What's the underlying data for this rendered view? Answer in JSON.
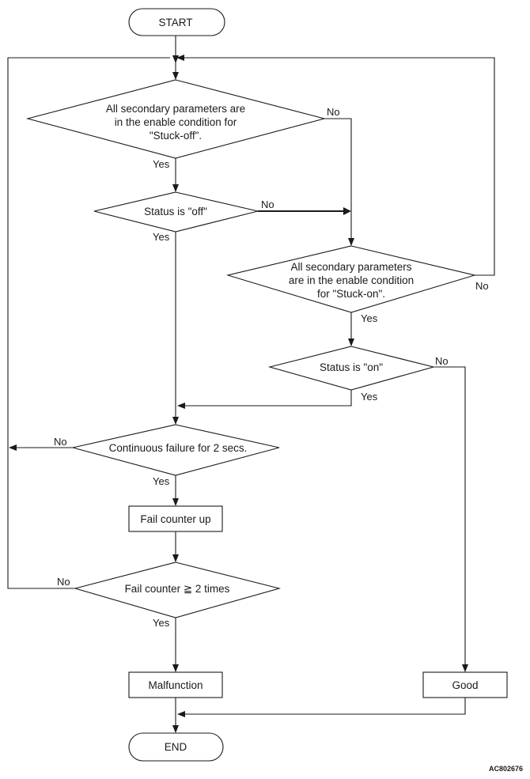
{
  "terminals": {
    "start": "START",
    "end": "END"
  },
  "decisions": {
    "stuck_off_condition": [
      "All secondary parameters are",
      "in the enable condition for",
      "\"Stuck-off\"."
    ],
    "status_off": "Status is \"off\"",
    "stuck_on_condition": [
      "All secondary parameters",
      "are in the enable condition",
      "for \"Stuck-on\"."
    ],
    "status_on": "Status is \"on\"",
    "continuous_failure": "Continuous failure for 2 secs.",
    "fail_counter_check": "Fail counter ≧ 2 times"
  },
  "processes": {
    "fail_counter_up": "Fail counter up",
    "malfunction": "Malfunction",
    "good": "Good"
  },
  "branch_labels": {
    "yes": "Yes",
    "no": "No"
  },
  "figure_ref": "AC802676"
}
